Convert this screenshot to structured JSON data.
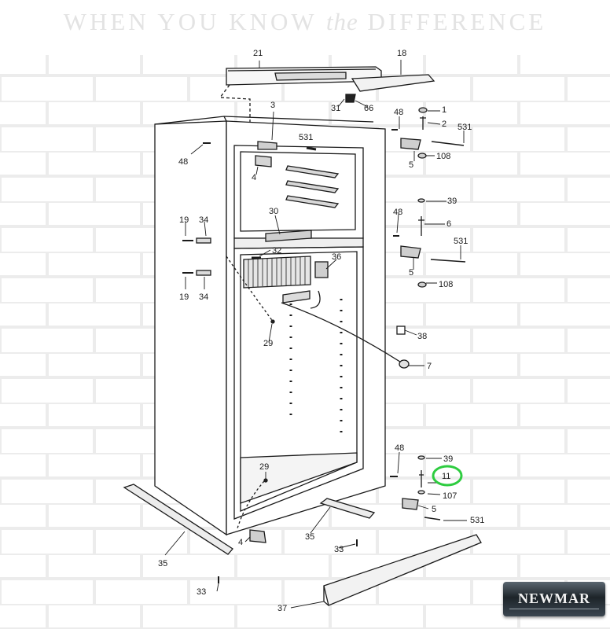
{
  "header": {
    "tagline_pre": "WHEN YOU KNOW",
    "tagline_italic": "the",
    "tagline_post": "DIFFERENCE"
  },
  "logo": {
    "text": "NEWMAR"
  },
  "highlight_color": "#2ecc40",
  "highlighted_part": "11",
  "callouts": [
    "21",
    "18",
    "31",
    "66",
    "3",
    "48",
    "1",
    "2",
    "531",
    "531",
    "5",
    "108",
    "48",
    "4",
    "39",
    "48",
    "6",
    "30",
    "19",
    "34",
    "531",
    "32",
    "36",
    "5",
    "108",
    "19",
    "34",
    "38",
    "29",
    "7",
    "48",
    "39",
    "29",
    "11",
    "107",
    "5",
    "531",
    "35",
    "4",
    "33",
    "35",
    "33",
    "37"
  ]
}
